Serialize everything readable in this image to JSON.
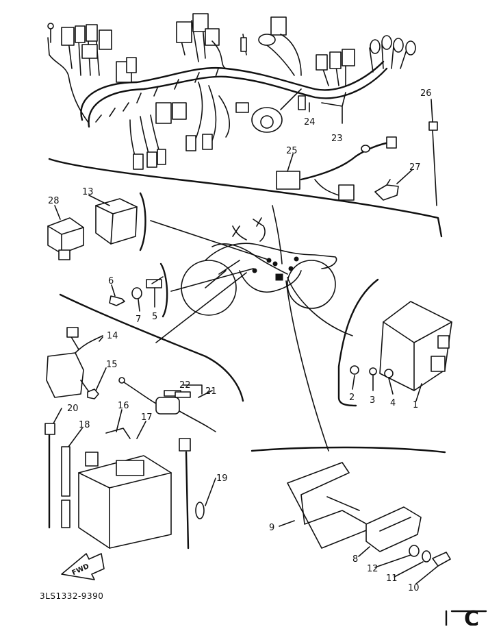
{
  "diagram": {
    "part_code": "3LS1332-9390",
    "fwd_label": "FWD",
    "corner_mark": "C",
    "callouts": [
      "1",
      "2",
      "3",
      "4",
      "5",
      "6",
      "7",
      "8",
      "9",
      "10",
      "11",
      "12",
      "13",
      "14",
      "15",
      "16",
      "17",
      "18",
      "19",
      "20",
      "21",
      "22",
      "23",
      "24",
      "25",
      "26",
      "27",
      "28"
    ]
  }
}
